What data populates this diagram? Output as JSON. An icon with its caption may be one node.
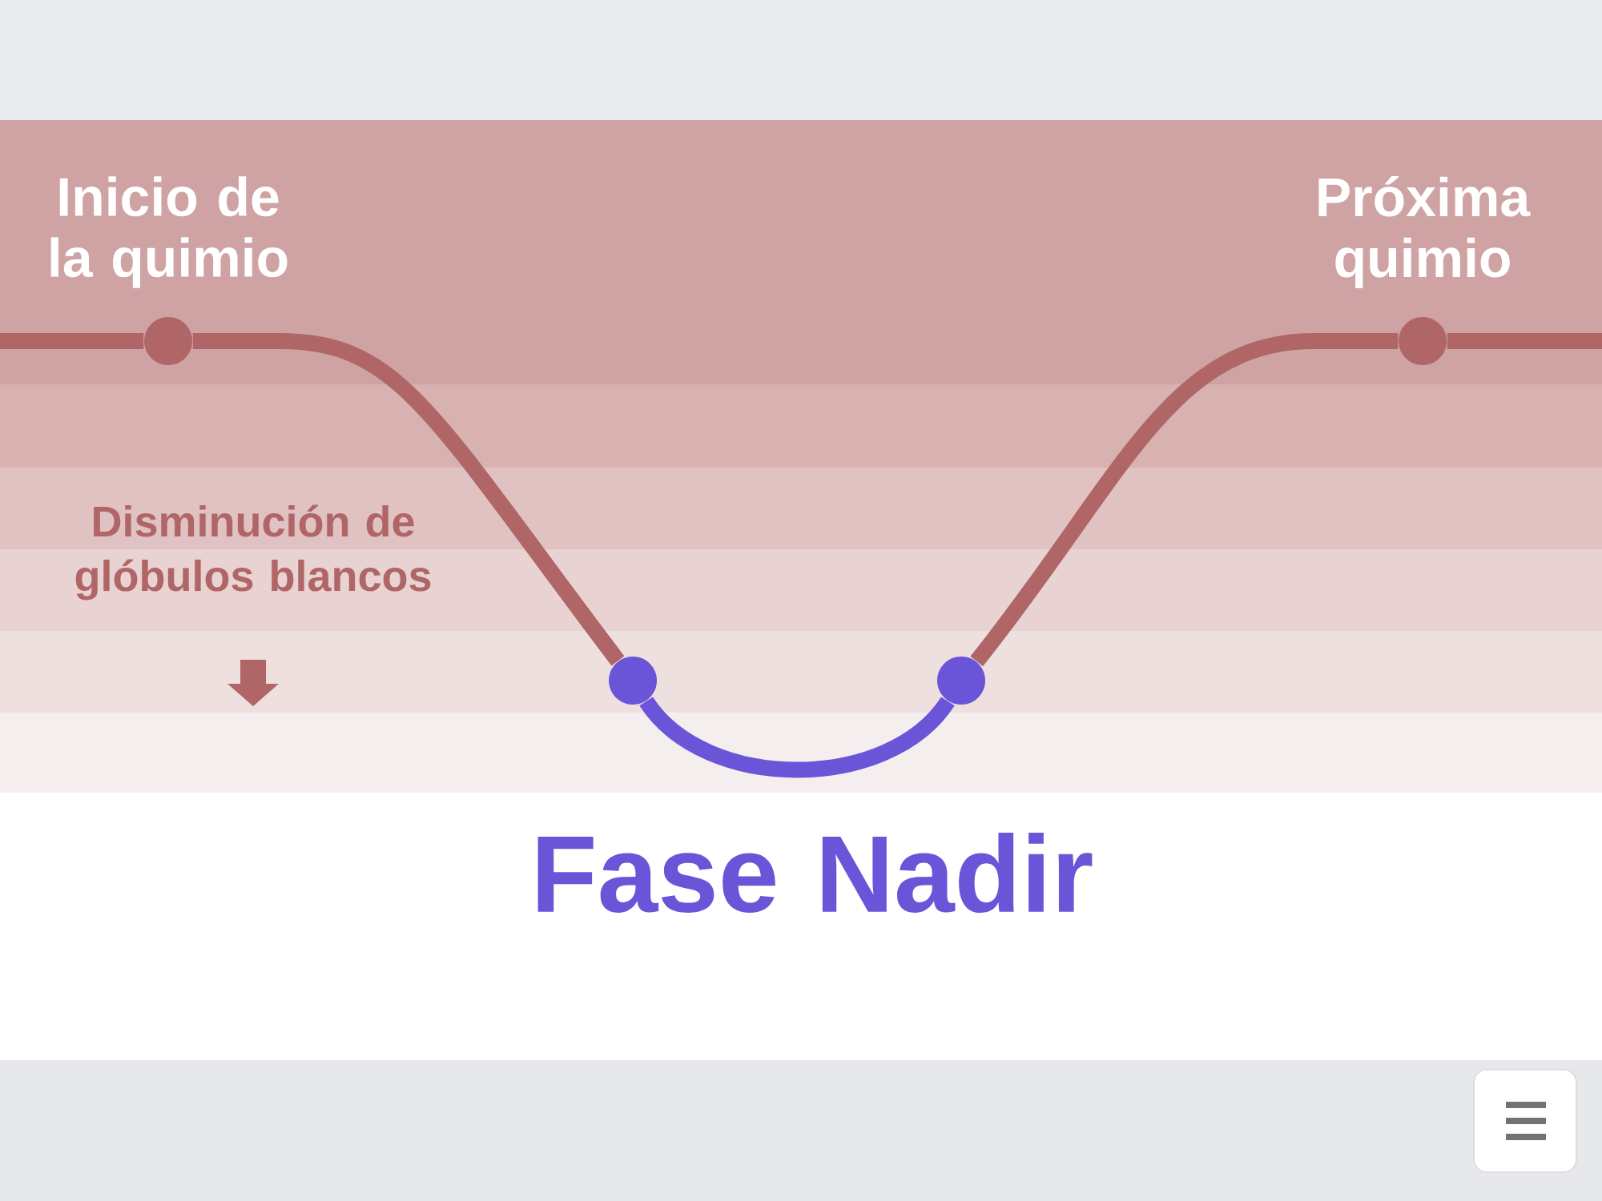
{
  "diagram": {
    "nodes": [
      {
        "text": [],
        "shape": "circle",
        "beside": [
          "Inicio de la quimio"
        ]
      },
      {
        "text": [],
        "shape": "circle"
      },
      {
        "text": [],
        "shape": "circle"
      },
      {
        "text": [],
        "shape": "circle",
        "beside": [
          "Próxima quimio"
        ]
      }
    ],
    "edges": [
      {
        "from": null,
        "to": 0,
        "arrow": "none"
      },
      {
        "from": 0,
        "to": 1,
        "arrow": "none"
      },
      {
        "from": 1,
        "to": 2,
        "arrow": "none",
        "color": "#6a55d8"
      },
      {
        "from": 2,
        "to": 3,
        "arrow": "none"
      },
      {
        "from": 3,
        "to": null,
        "arrow": "none"
      }
    ],
    "labels": [
      "Disminución de glóbulos blancos",
      "Fase Nadir"
    ]
  }
}
